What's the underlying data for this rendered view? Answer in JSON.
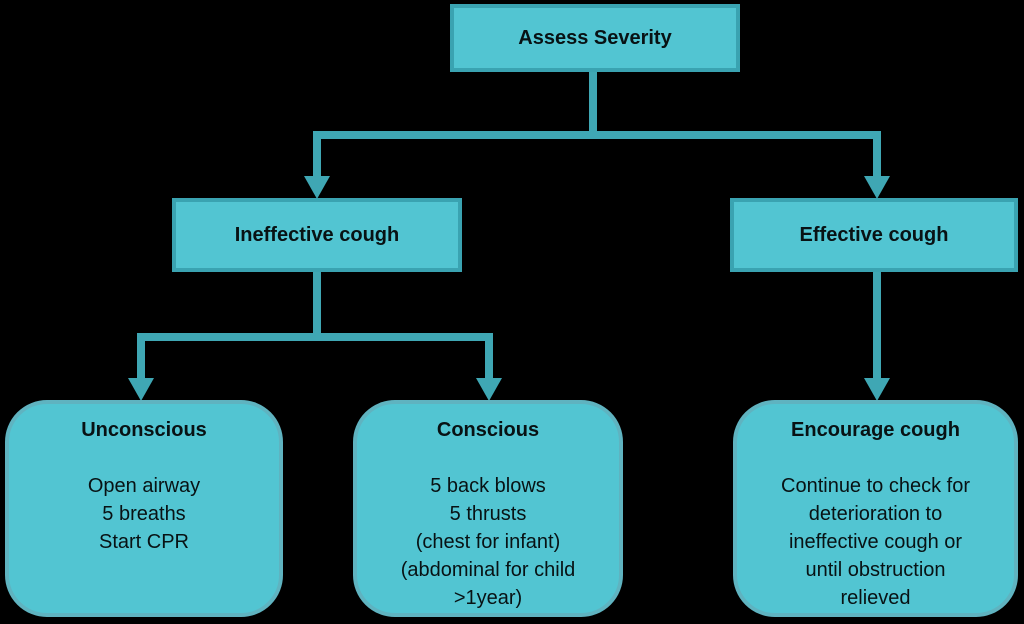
{
  "title": "Choking assessment flowchart",
  "colors": {
    "background": "#000000",
    "box_fill": "#52c5d2",
    "rect_box_border": "#3aa3b1",
    "rounded_box_border": "#5fb3c0",
    "connector": "#3fa7b4",
    "text": "#081214"
  },
  "nodes": {
    "assess": {
      "title": "Assess Severity"
    },
    "ineffective": {
      "title": "Ineffective cough"
    },
    "effective": {
      "title": "Effective cough"
    },
    "unconscious": {
      "title": "Unconscious",
      "lines": [
        "Open airway",
        "5 breaths",
        "Start CPR"
      ]
    },
    "conscious": {
      "title": "Conscious",
      "lines": [
        "5 back blows",
        "5 thrusts",
        "(chest for infant)",
        "(abdominal for child",
        ">1year)"
      ]
    },
    "encourage": {
      "title": "Encourage cough",
      "lines": [
        "Continue to check for",
        "deterioration to",
        "ineffective cough or",
        "until obstruction",
        "relieved"
      ]
    }
  },
  "edges": [
    {
      "from": "assess",
      "to": "ineffective"
    },
    {
      "from": "assess",
      "to": "effective"
    },
    {
      "from": "ineffective",
      "to": "unconscious"
    },
    {
      "from": "ineffective",
      "to": "conscious"
    },
    {
      "from": "effective",
      "to": "encourage"
    }
  ]
}
